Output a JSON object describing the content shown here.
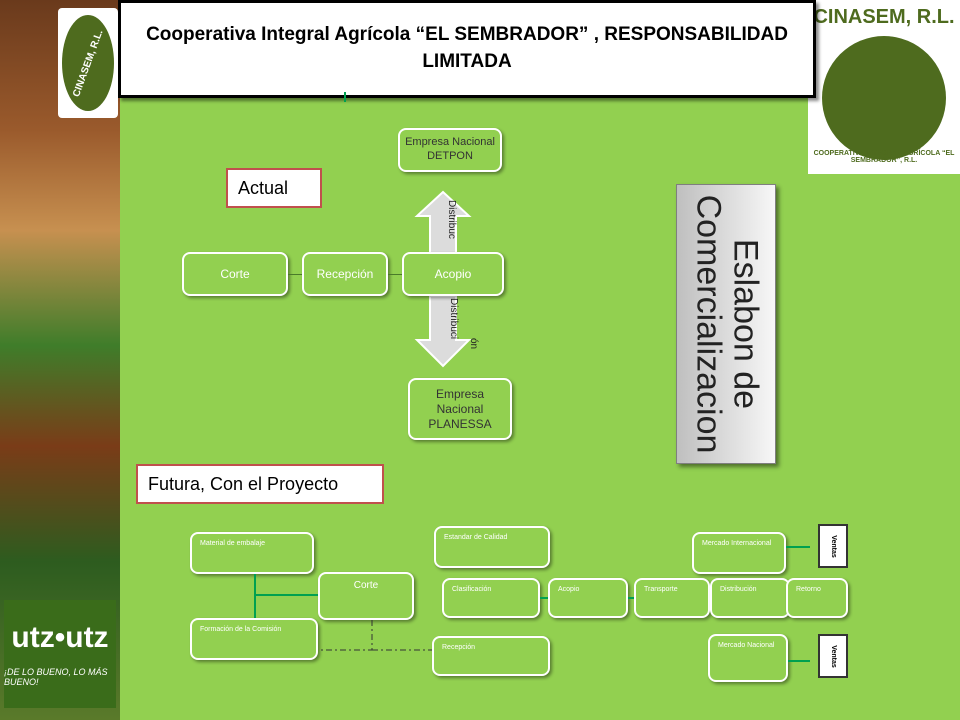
{
  "header": {
    "title": "Cooperativa Integral Agrícola “EL SEMBRADOR” , RESPONSABILIDAD LIMITADA"
  },
  "logos": {
    "left": "CINASEM, R.L.",
    "right": "CINASEM, R.L.",
    "right_caption": "COOPERATIVA INTEGRAL AGRÍCOLA “EL SEMBRADOR”, R.L.",
    "utz": "utz•utz",
    "utz_slogan": "¡DE LO BUENO, LO MÁS BUENO!"
  },
  "current": {
    "label": "Actual",
    "corte": "Corte",
    "recepcion": "Recepción",
    "acopio": "Acopio",
    "empresa_top": "Empresa Nacional DETPON",
    "empresa_bottom": "Empresa Nacional PLANESSA",
    "arrow_top": "Distribuc",
    "arrow_bottom_1": "Distribuci",
    "arrow_bottom_2": "ón"
  },
  "side_title": {
    "line1": "Eslabon de",
    "line2": "Comercializacion"
  },
  "future": {
    "label": "Futura, Con el Proyecto",
    "material": "Material de embalaje",
    "corte": "Corte",
    "formacion": "Formación de la Comisión",
    "estandar": "Estandar de Calidad",
    "clasificacion": "Clasificación",
    "acopio": "Acopio",
    "transporte": "Transporte",
    "distribucion": "Distribución",
    "retorno": "Retorno",
    "mercado_int": "Mercado Internacional",
    "mercado_nac": "Mercado Nacional",
    "recepcion": "Recepción",
    "tag_top": "Ventas",
    "tag_bottom": "Ventas"
  },
  "colors": {
    "background": "#92d050",
    "label_border": "#c0504d",
    "connector": "#00a050"
  }
}
